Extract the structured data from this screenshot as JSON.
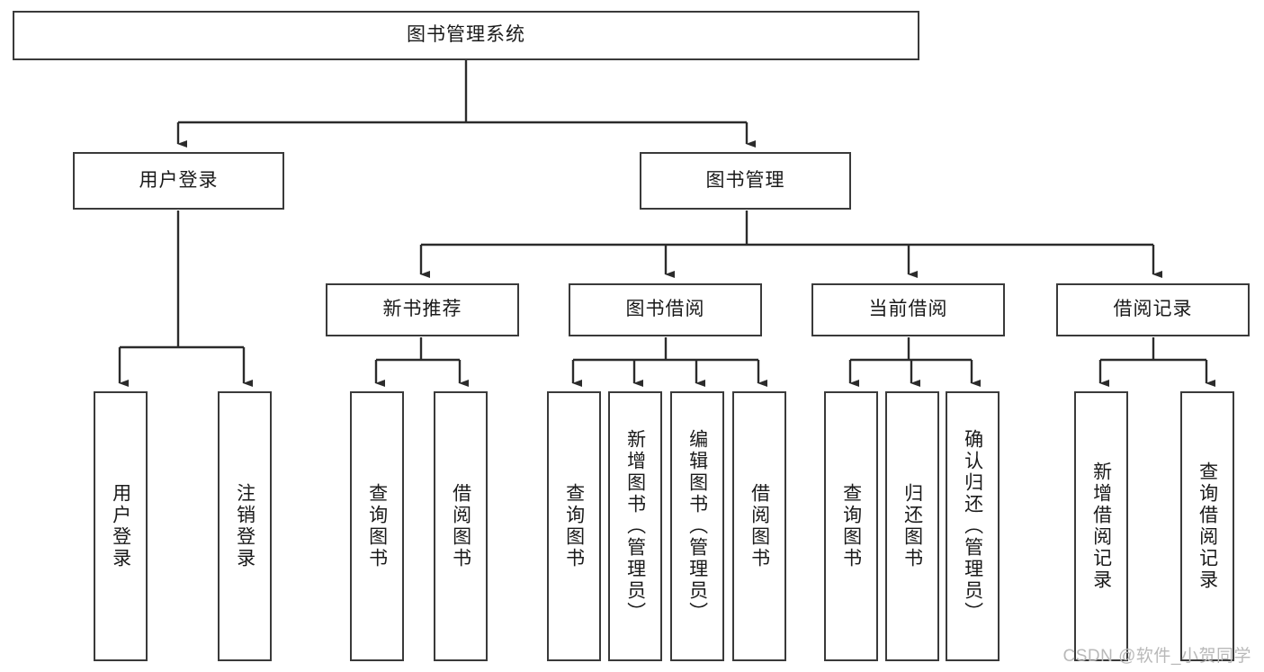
{
  "diagram": {
    "title": "图书管理系统",
    "type": "hierarchy-tree",
    "watermark": "CSDN @软件_小贺同学",
    "colors": {
      "box_border": "#3a3a3a",
      "box_fill": "#ffffff",
      "connector": "#2b2b2b",
      "text": "#1a1a1a",
      "watermark": "#b9b9b9"
    }
  },
  "nodes": {
    "root": {
      "label": "图书管理系统"
    },
    "level2": [
      {
        "label": "用户登录"
      },
      {
        "label": "图书管理"
      }
    ],
    "level3": [
      {
        "label": "新书推荐"
      },
      {
        "label": "图书借阅"
      },
      {
        "label": "当前借阅"
      },
      {
        "label": "借阅记录"
      }
    ],
    "leaves": {
      "user_login": [
        {
          "label": "用户登录"
        },
        {
          "label": "注销登录"
        }
      ],
      "new_book_recommend": [
        {
          "label": "查询图书"
        },
        {
          "label": "借阅图书"
        }
      ],
      "book_borrow": [
        {
          "label": "查询图书"
        },
        {
          "label": "新增图书（管理员）"
        },
        {
          "label": "编辑图书（管理员）"
        },
        {
          "label": "借阅图书"
        }
      ],
      "current_borrow": [
        {
          "label": "查询图书"
        },
        {
          "label": "归还图书"
        },
        {
          "label": "确认归还（管理员）"
        }
      ],
      "borrow_record": [
        {
          "label": "新增借阅记录"
        },
        {
          "label": "查询借阅记录"
        }
      ]
    }
  }
}
